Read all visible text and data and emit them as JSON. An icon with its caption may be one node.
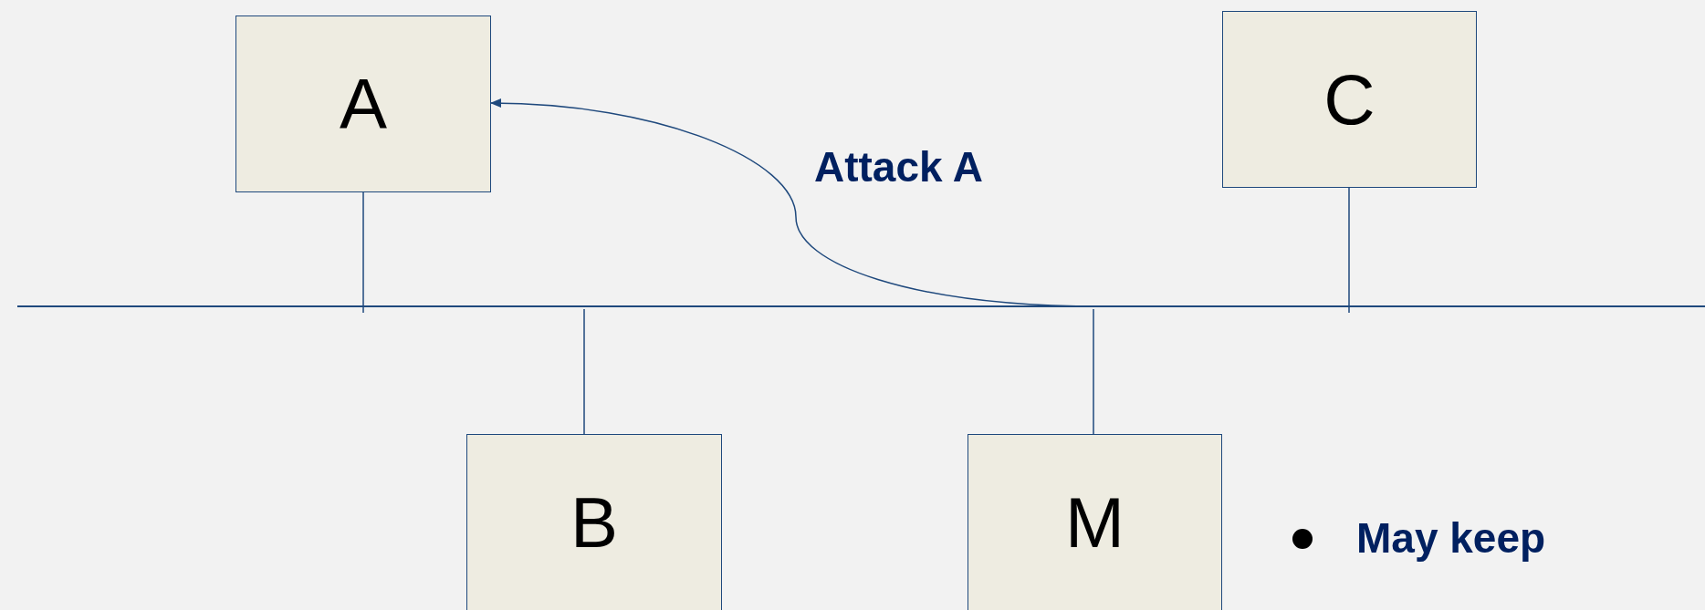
{
  "diagram": {
    "nodes": [
      {
        "text": [
          "A"
        ]
      },
      {
        "text": [
          "C"
        ]
      },
      {
        "text": [
          "B"
        ]
      },
      {
        "text": [
          "M"
        ]
      },
      {
        "text": [],
        "shape": "bar"
      }
    ],
    "edges": [
      {
        "from": 0,
        "to": 4,
        "arrow": "none"
      },
      {
        "from": 1,
        "to": 4,
        "arrow": "none"
      },
      {
        "from": 2,
        "to": 4,
        "arrow": "none"
      },
      {
        "from": 3,
        "to": 4,
        "arrow": "none"
      },
      {
        "from": 4,
        "to": 0,
        "arrow": "to",
        "label": "Attack A"
      }
    ],
    "labels": [
      "May keep"
    ]
  }
}
